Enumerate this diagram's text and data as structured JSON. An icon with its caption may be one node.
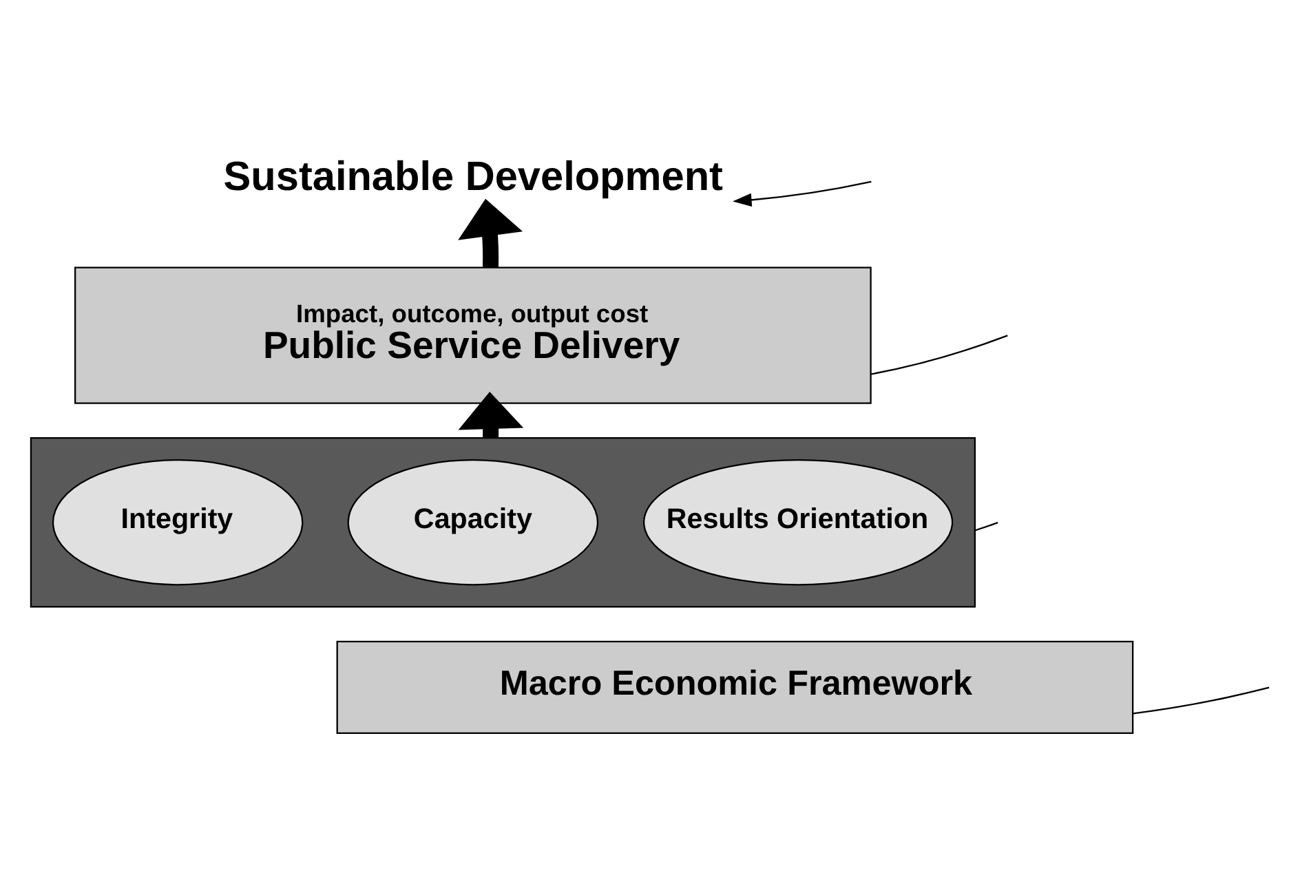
{
  "diagram": {
    "nodes": [
      {
        "text": [
          "Sustainable Development"
        ]
      },
      {
        "text": [
          "Impact, outcome, output cost",
          "Public Service Delivery"
        ]
      },
      {
        "text": [],
        "shape": "box"
      },
      {
        "text": [
          "Integrity"
        ],
        "in": 2
      },
      {
        "text": [
          "Capacity"
        ],
        "in": 2
      },
      {
        "text": [
          "Results Orientation"
        ],
        "in": 2
      },
      {
        "text": [
          "Macro Economic Framework"
        ]
      }
    ],
    "edges": [
      {
        "from": 1,
        "to": 0,
        "arrow": "to",
        "style": "thick"
      },
      {
        "from": 2,
        "to": 1,
        "arrow": "to",
        "style": "thick"
      },
      {
        "from": null,
        "to": 0,
        "arrow": "to"
      },
      {
        "from": 1,
        "to": null,
        "arrow": "none"
      },
      {
        "from": 2,
        "to": null,
        "arrow": "none"
      },
      {
        "from": 6,
        "to": null,
        "arrow": "none"
      }
    ]
  }
}
